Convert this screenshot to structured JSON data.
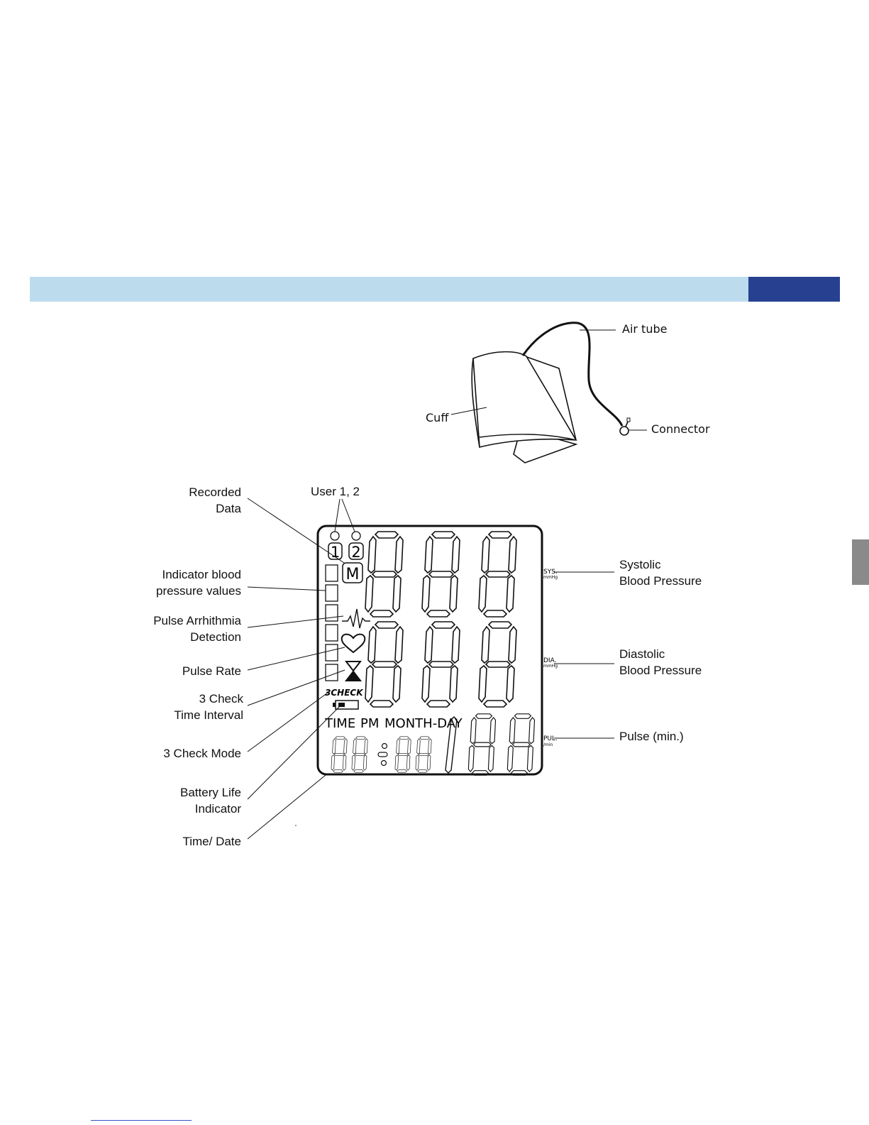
{
  "colors": {
    "band": "#bcdcee",
    "accent": "#274190",
    "side_tab": "#8a8a8a",
    "rule": "#3a4fc4"
  },
  "cuff_diagram": {
    "air_tube": "Air tube",
    "cuff": "Cuff",
    "connector": "Connector"
  },
  "display_diagram": {
    "left_labels": {
      "recorded_data": "Recorded\nData",
      "indicator_bp": "Indicator blood\npressure values",
      "pulse_arrhythmia": "Pulse Arrhithmia\nDetection",
      "pulse_rate": "Pulse Rate",
      "check_interval": "3 Check\nTime Interval",
      "check_mode": "3 Check Mode",
      "battery": "Battery Life\nIndicator",
      "time_date": "Time/ Date"
    },
    "top_label": "User 1, 2",
    "right_labels": {
      "systolic": "Systolic\nBlood Pressure",
      "diastolic": "Diastolic\nBlood Pressure",
      "pulse": "Pulse (min.)"
    },
    "lcd": {
      "user1": "1",
      "user2": "2",
      "memory": "M",
      "sys": "SYS.",
      "dia": "DIA.",
      "pul": "PUL.",
      "mmhg": "mmHg",
      "per_min": "/min",
      "three_check": "3CHECK",
      "time": "TIME",
      "pm": "PM",
      "month_day": "MONTH-DAY"
    }
  }
}
